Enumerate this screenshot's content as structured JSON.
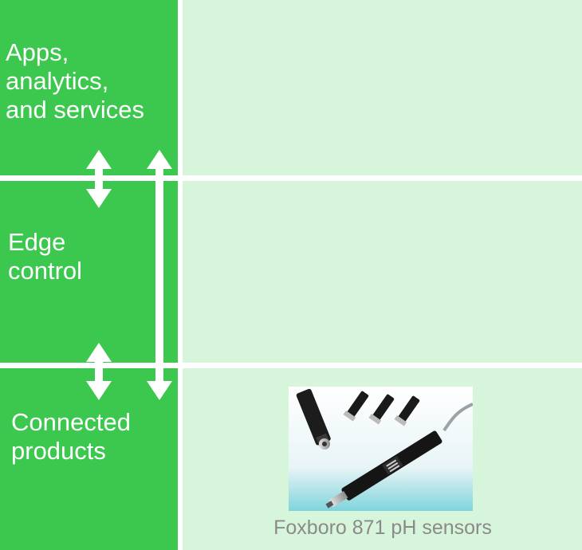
{
  "layers": [
    {
      "label_lines": [
        "Apps,",
        "analytics,",
        "and services"
      ]
    },
    {
      "label_lines": [
        "Edge",
        "control"
      ]
    },
    {
      "label_lines": [
        "Connected",
        "products"
      ]
    }
  ],
  "product": {
    "caption": "Foxboro 871 pH sensors",
    "image_subject": "pH sensor probes"
  },
  "colors": {
    "layer_green": "#3cc84e",
    "panel_light_green": "#d7f5da",
    "arrow": "#ffffff",
    "caption_gray": "#8a8a8a"
  }
}
